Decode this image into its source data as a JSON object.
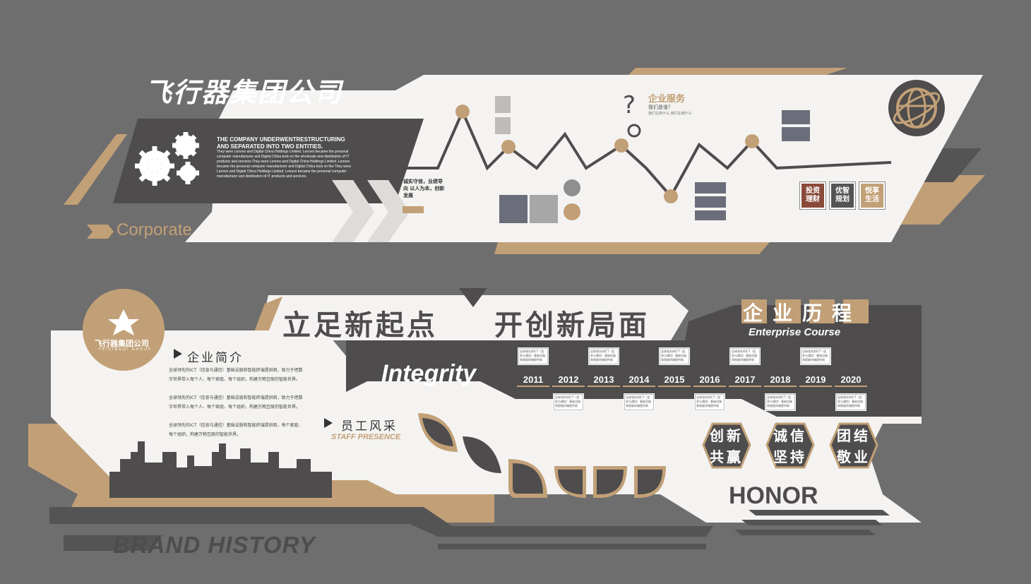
{
  "colors": {
    "background": "#6f6e6e",
    "gold": "#c2a077",
    "dark": "#4e4c4c",
    "panel": "#f2f1ef"
  },
  "top_panel": {
    "title": "飞行器集团公司",
    "corporate_label": "Corporate",
    "intro_heading": "THE COMPANY UNDERWENTRESTRUCTURING AND SEPARATED INTO TWO ENTITIES.",
    "intro_body": "They were Lenovo and Digital China Holdings Limited. Lenovo became the personal computer manufacturer and Digital China took on the wholesale and distribution of IT products and services.They were Lenovo and Digital China Holdings Limited. Lenovo became the personal computer manufacturer and Digital China took on the They were Lenovo and Digital China Holdings Limited. Lenovo became the personal computer manufacturer and distribution of IT products and services.",
    "slogan": "诚实守信，业绩导向 以人为本，创新发展",
    "service_title": "企业服务",
    "service_sub": "我们是谁？",
    "service_sub2": "我们在做什么·我们在做什么",
    "tiles": [
      "投资 理财",
      "优智 规划",
      "悦享 生活"
    ]
  },
  "bottom_panel": {
    "banner_left": "立足新起点",
    "banner_right": "开创新局面",
    "logo_name": "飞行器集团公司",
    "logo_sub": "FEIXINGQI GROUP",
    "course_title": "企业历程",
    "course_en": "Enterprise Course",
    "integrity": "Integrity",
    "intro_title": "企业简介",
    "intro_p1": "全球领先的ICT（信息与通信）基础设施和智能终端提供商，致力于把数字世界带入每个人、每个家庭、每个组织，构建万物互联的智能世界。",
    "intro_p2": "全球领先的ICT（信息与通信）基础设施和智能终端提供商，致力于把数字世界带入每个人、每个家庭、每个组织，构建万物互联的智能世界。",
    "intro_p3": "全球领先的ICT（信息与通信）基础设施和智能终端提供商，每个家庭、每个组织，构建万物互联的智能世界。",
    "staff_title": "员工风采",
    "staff_en": "STAFF PRESENCE",
    "years": [
      "2011",
      "2012",
      "2013",
      "2014",
      "2015",
      "2016",
      "2017",
      "2018",
      "2019",
      "2020"
    ],
    "note_text": "全球领先的ICT（信息与通信）基础设施和智能终端提供商",
    "values": [
      {
        "line1": "创新",
        "line2": "共赢"
      },
      {
        "line1": "诚信",
        "line2": "坚持"
      },
      {
        "line1": "团结",
        "line2": "敬业"
      }
    ],
    "honor": "HONOR",
    "brand_history": "BRAND  HISTORY"
  }
}
